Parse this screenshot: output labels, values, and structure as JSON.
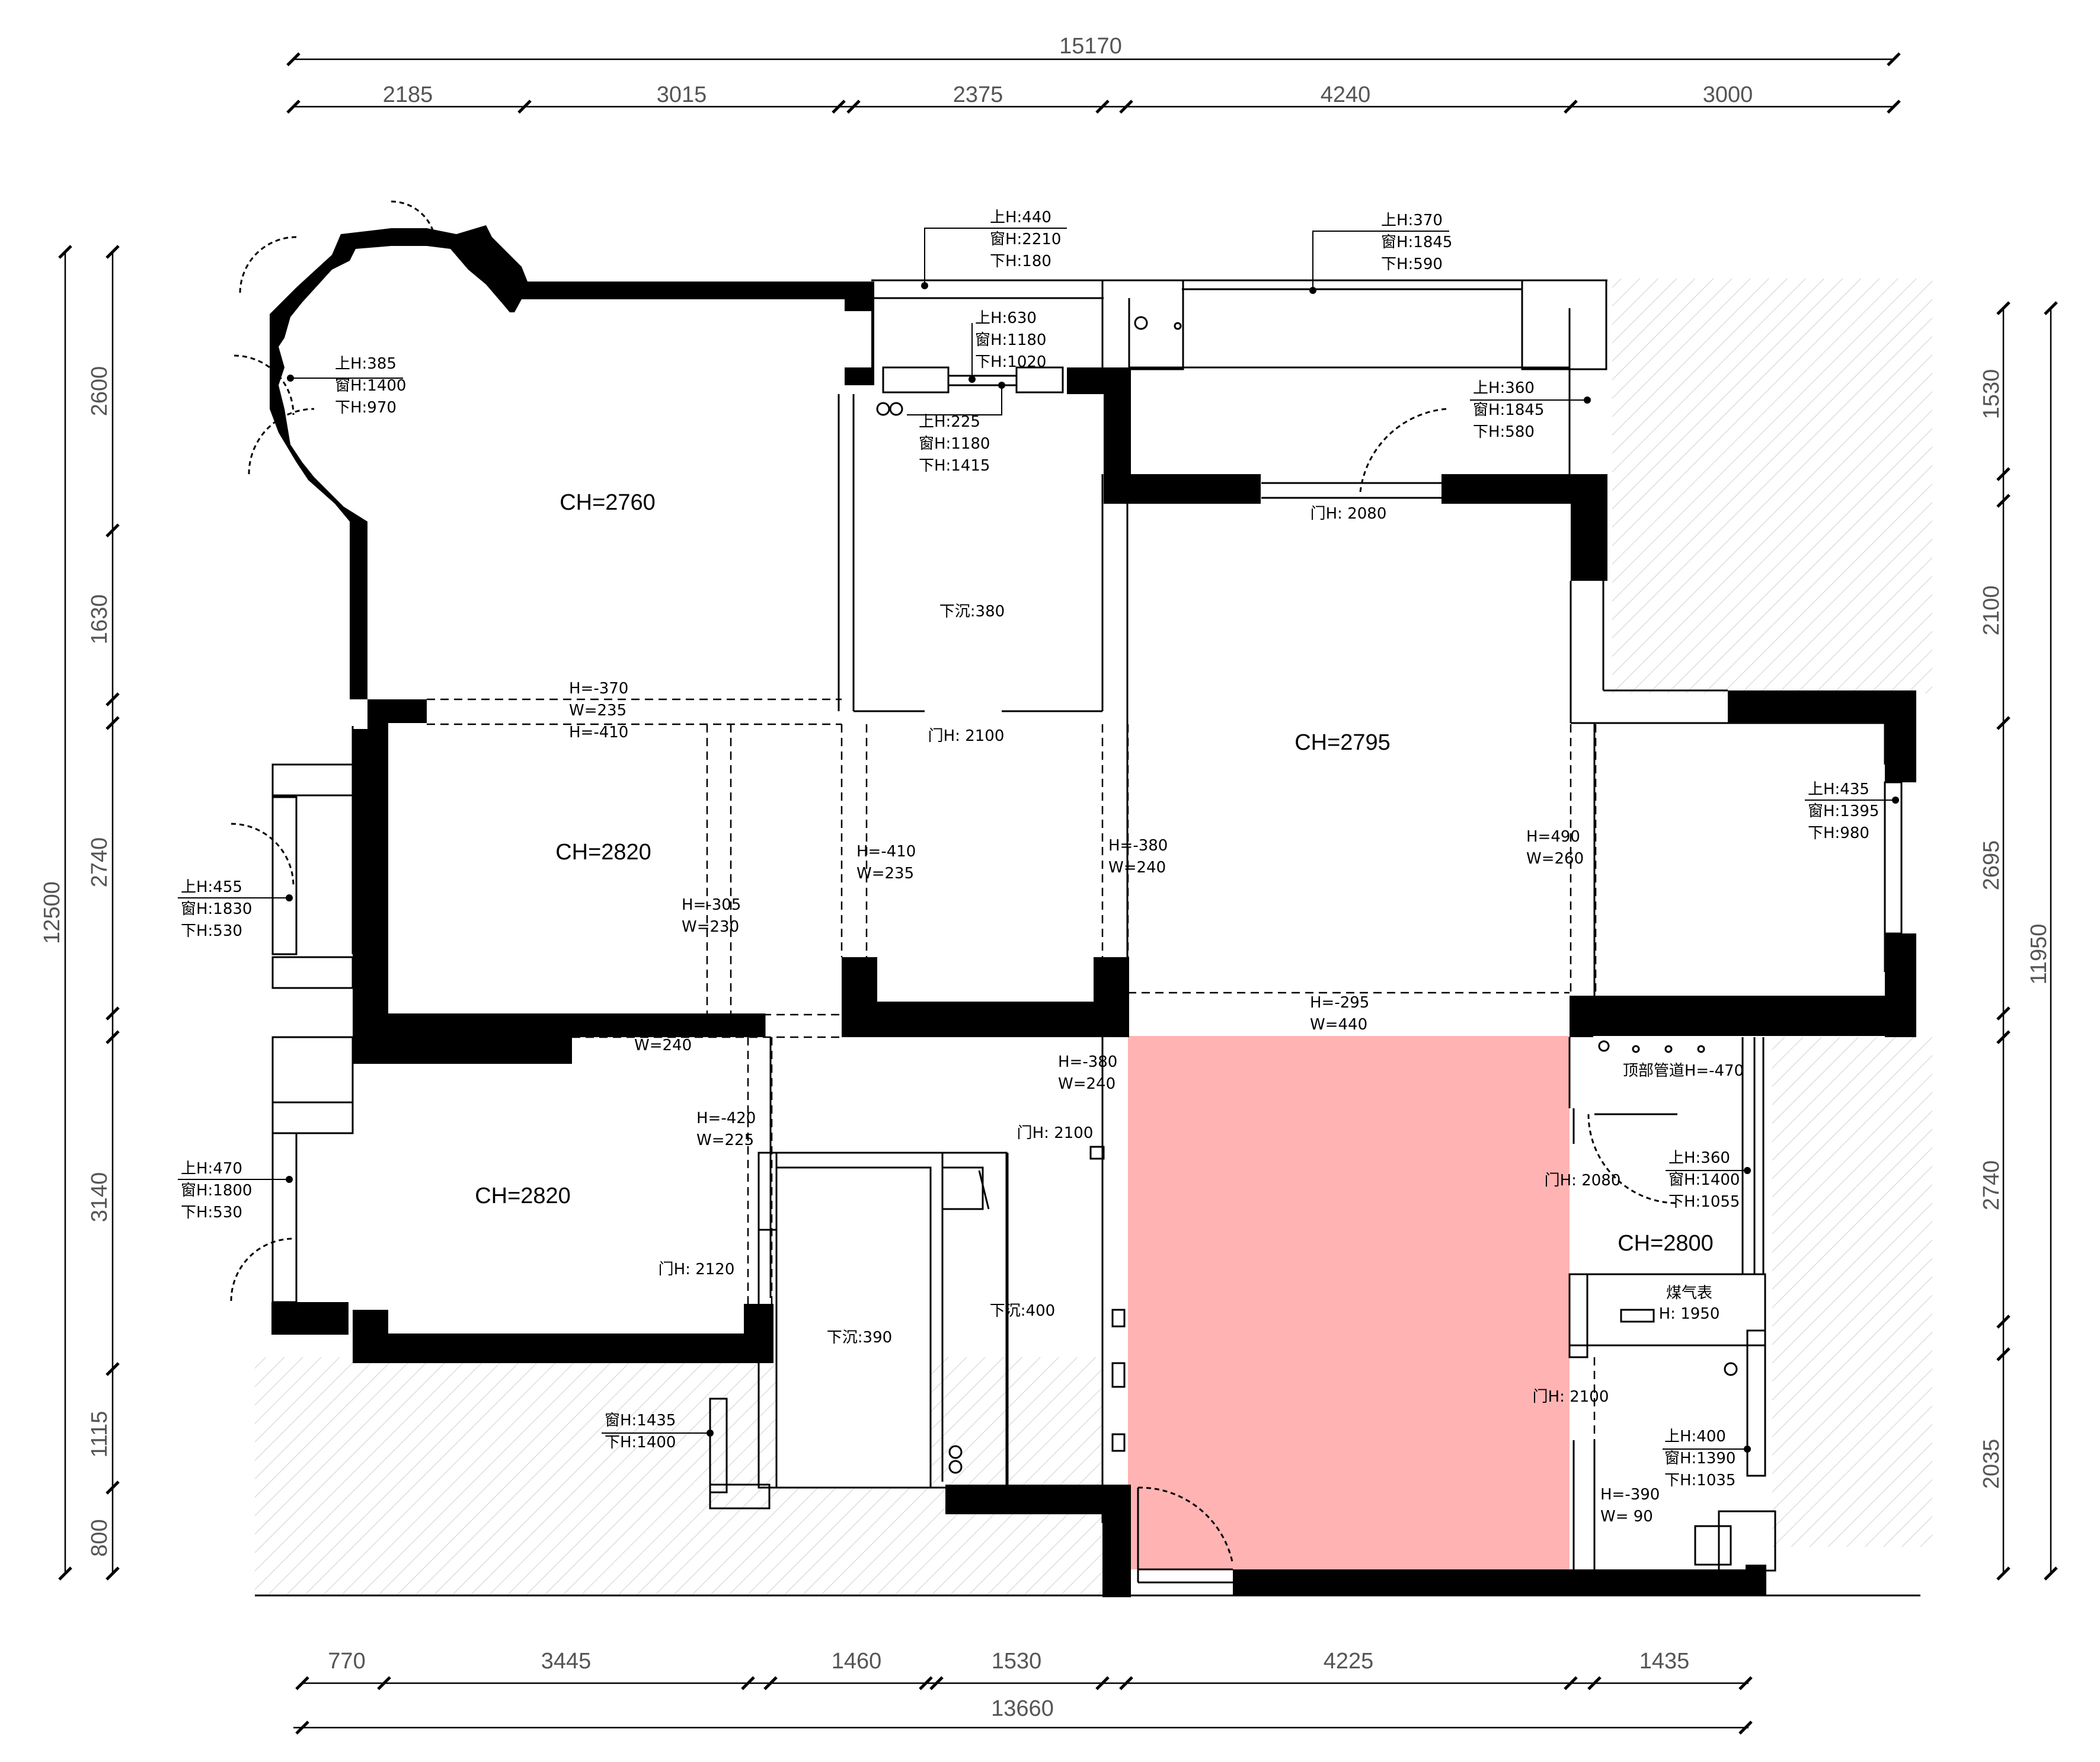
{
  "colors": {
    "highlight": "#ffb3b3",
    "wall": "#000000",
    "dim_text": "#555555"
  },
  "dims": {
    "top_total": "15170",
    "top": [
      "2185",
      "3015",
      "2375",
      "4240",
      "3000"
    ],
    "bottom_total": "13660",
    "bottom": [
      "770",
      "3445",
      "1460",
      "1530",
      "4225",
      "1435"
    ],
    "left_total": "12500",
    "left": [
      "2600",
      "1630",
      "2740",
      "3140",
      "1115",
      "800"
    ],
    "right_total": "11950",
    "right": [
      "1530",
      "2100",
      "2695",
      "2740",
      "2035"
    ]
  },
  "rooms": {
    "ch_2760": "CH=2760",
    "ch_2795": "CH=2795",
    "ch_2820_a": "CH=2820",
    "ch_2820_b": "CH=2820",
    "ch_2800": "CH=2800",
    "sink_380": "下沉:380",
    "sink_390": "下沉:390",
    "sink_400": "下沉:400",
    "gas_meter": "煤气表",
    "gas_h": "H: 1950",
    "top_pipe": "顶部管道H=-470"
  },
  "windows": [
    [
      "上H:385",
      "窗H:1400",
      "下H:970"
    ],
    [
      "上H:440",
      "窗H:2210",
      "下H:180"
    ],
    [
      "上H:630",
      "窗H:1180",
      "下H:1020"
    ],
    [
      "上H:225",
      "窗H:1180",
      "下H:1415"
    ],
    [
      "上H:370",
      "窗H:1845",
      "下H:590"
    ],
    [
      "上H:360",
      "窗H:1845",
      "下H:580"
    ],
    [
      "上H:435",
      "窗H:1395",
      "下H:980"
    ],
    [
      "上H:455",
      "窗H:1830",
      "下H:530"
    ],
    [
      "上H:470",
      "窗H:1800",
      "下H:530"
    ],
    [
      "窗H:1435",
      "下H:1400"
    ],
    [
      "上H:360",
      "窗H:1400",
      "下H:1055"
    ],
    [
      "上H:400",
      "窗H:1390",
      "下H:1035"
    ]
  ],
  "doors": {
    "d1": "门H: 2080",
    "d2": "门H: 2100",
    "d3": "门H: 2100",
    "d4": "门H: 2120",
    "d5": "门H: 2080",
    "d6": "门H: 2100"
  },
  "beams": [
    [
      "H=-370",
      "W=235",
      "H=-410"
    ],
    [
      "H=-410",
      "W=235"
    ],
    [
      "H=-380",
      "W=240"
    ],
    [
      "H=490",
      "W=260"
    ],
    [
      "H=-305",
      "W=230"
    ],
    [
      "H=-420",
      "W=240"
    ],
    [
      "H=-295",
      "W=440"
    ],
    [
      "H=-380",
      "W=240"
    ],
    [
      "H=-420",
      "W=225"
    ],
    [
      "H=-390",
      "W= 90"
    ]
  ]
}
